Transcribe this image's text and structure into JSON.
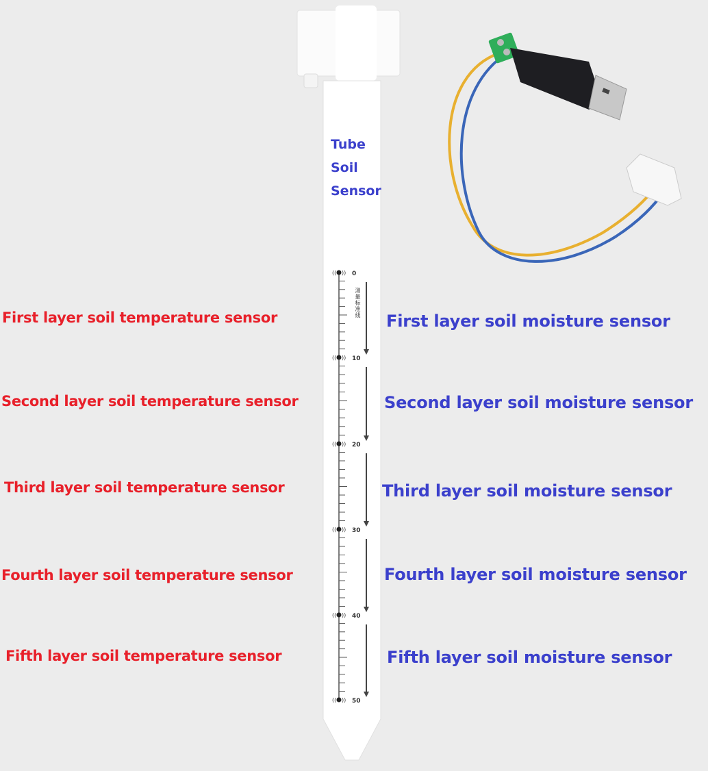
{
  "tube_title": [
    "Tube",
    "Soil",
    "Sensor"
  ],
  "scale": {
    "marks": [
      "0",
      "10",
      "20",
      "30",
      "40",
      "50"
    ],
    "vertical_note": "测量标准线"
  },
  "temperature_labels": [
    "First layer soil temperature sensor",
    "Second layer soil temperature sensor",
    "Third layer soil temperature sensor",
    "Fourth layer soil temperature sensor",
    "Fifth layer soil temperature sensor"
  ],
  "moisture_labels": [
    "First layer soil moisture sensor",
    "Second layer soil moisture sensor",
    "Third layer soil moisture sensor",
    "Fourth layer soil moisture sensor",
    "Fifth layer soil moisture sensor"
  ],
  "colors": {
    "temperature": "#e8202a",
    "moisture": "#3b40cc",
    "background": "#ececec"
  }
}
